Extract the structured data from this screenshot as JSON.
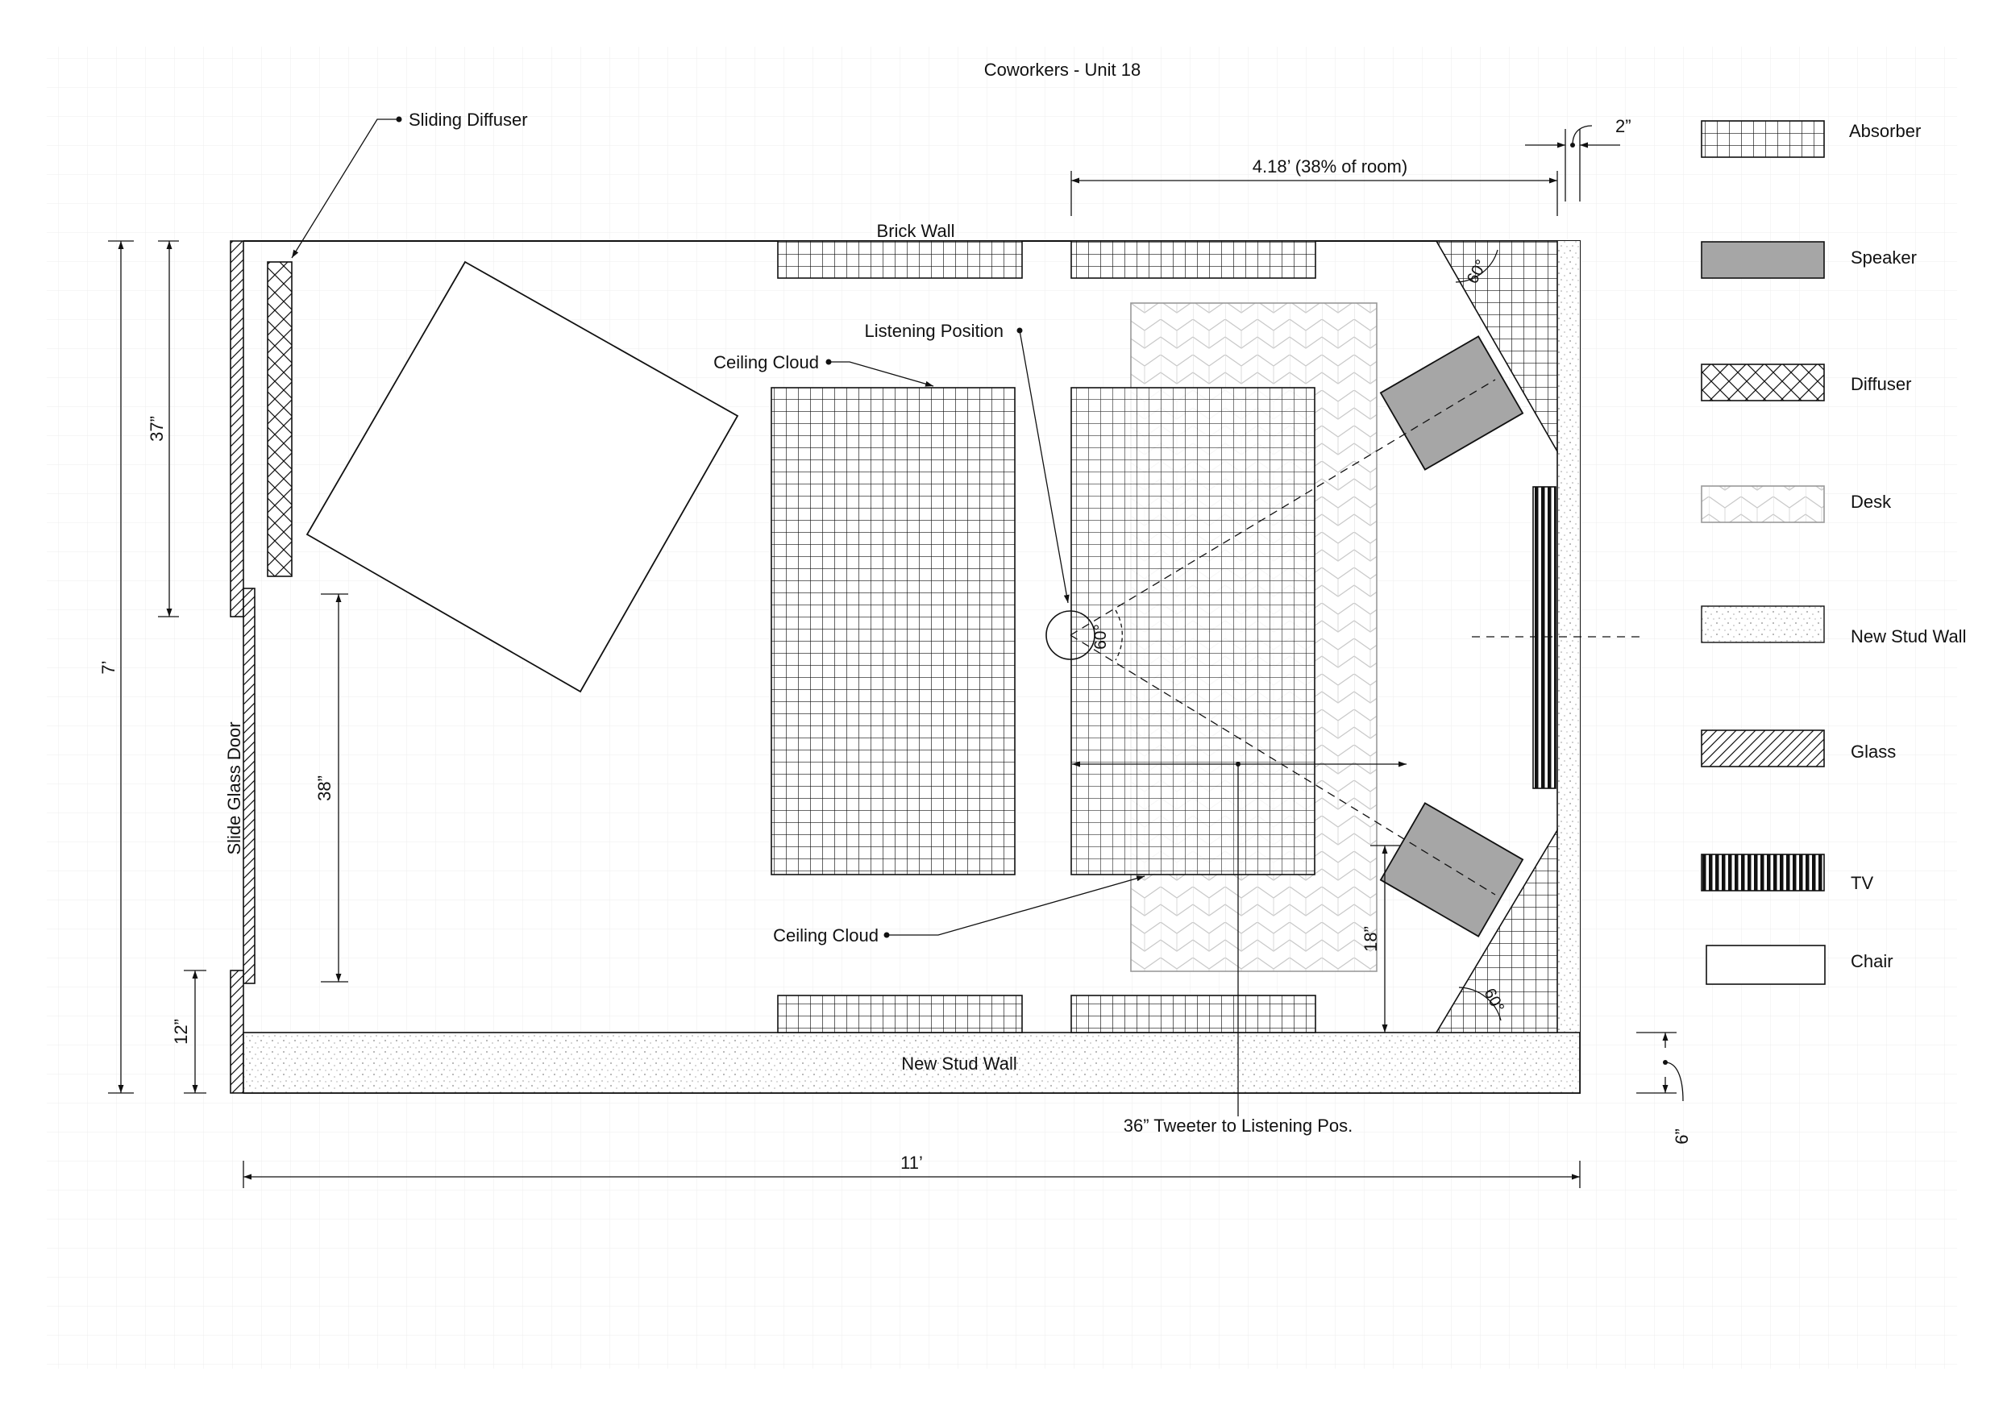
{
  "title": "Coworkers - Unit 18",
  "labels": {
    "sliding_diffuser": "Sliding Diffuser",
    "brick_wall": "Brick Wall",
    "listening_position": "Listening Position",
    "ceiling_cloud_top": "Ceiling Cloud",
    "ceiling_cloud_bottom": "Ceiling Cloud",
    "slide_glass_door": "Slide Glass Door",
    "new_stud_wall": "New Stud Wall",
    "tweeter_distance": "36” Tweeter to Listening Pos."
  },
  "dimensions": {
    "room_fraction": "4.18’ (38% of room)",
    "gap_top": "2”",
    "height_total": "7’",
    "height_upper": "37”",
    "height_door": "38”",
    "height_lower": "12”",
    "width_total": "11’",
    "speaker_offset": "18”",
    "stud_thickness": "6”",
    "angle_top": "60°",
    "angle_listen": "60°",
    "angle_bottom": "60°"
  },
  "legend": [
    {
      "label": "Absorber",
      "pattern": "absorber"
    },
    {
      "label": "Speaker",
      "pattern": "speaker"
    },
    {
      "label": "Diffuser",
      "pattern": "diffuser"
    },
    {
      "label": "Desk",
      "pattern": "desk"
    },
    {
      "label": "New Stud Wall",
      "pattern": "studwall"
    },
    {
      "label": "Glass",
      "pattern": "glass"
    },
    {
      "label": "TV",
      "pattern": "tv"
    },
    {
      "label": "Chair",
      "pattern": "chair"
    }
  ],
  "colors": {
    "line": "#111111",
    "speaker_fill": "#a6a6a6",
    "grid": "#ececec",
    "desk_pattern": "#c8c8c8"
  }
}
